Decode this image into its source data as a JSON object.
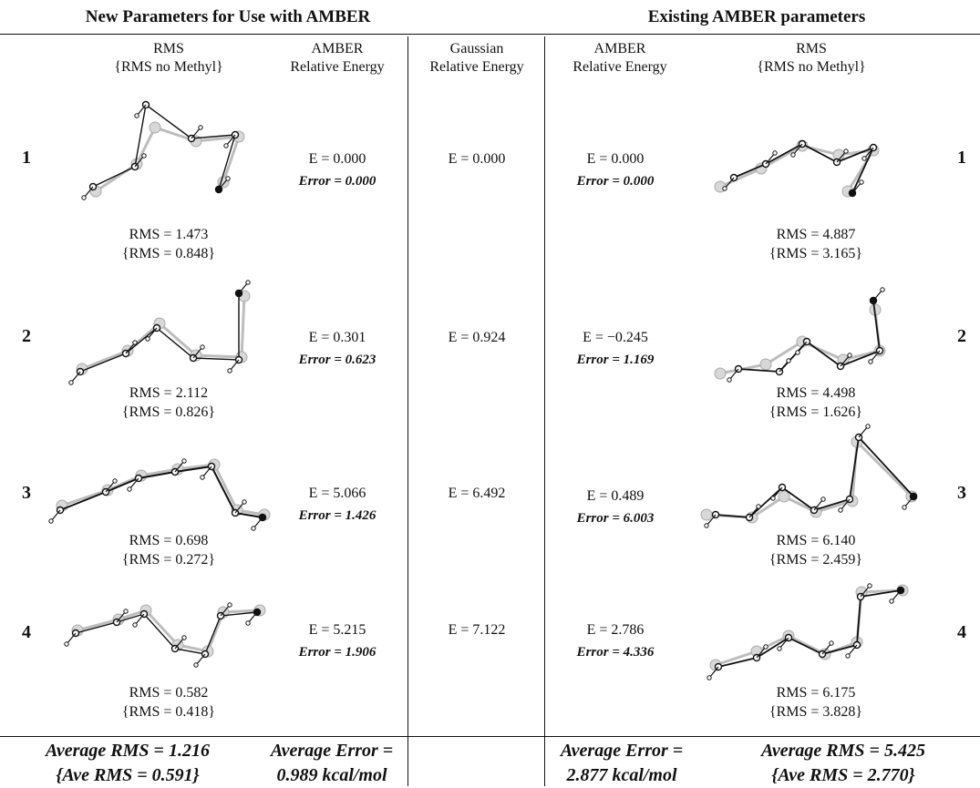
{
  "headers": {
    "left_title": "New Parameters for Use with AMBER",
    "right_title": "Existing AMBER parameters"
  },
  "columns": {
    "new_rms": [
      "RMS",
      "{RMS no Methyl}"
    ],
    "new_amber": [
      "AMBER",
      "Relative Energy"
    ],
    "gaussian": [
      "Gaussian",
      "Relative Energy"
    ],
    "old_amber": [
      "AMBER",
      "Relative Energy"
    ],
    "old_rms": [
      "RMS",
      "{RMS no Methyl}"
    ]
  },
  "rows": [
    {
      "label": "1",
      "new_rms": "RMS = 1.473",
      "new_rms_nomethyl": "{RMS = 0.848}",
      "new_energy": "E = 0.000",
      "new_error": "Error = 0.000",
      "gaussian_energy": "E = 0.000",
      "old_energy": "E = 0.000",
      "old_error": "Error = 0.000",
      "old_rms": "RMS = 4.887",
      "old_rms_nomethyl": "{RMS = 3.165}"
    },
    {
      "label": "2",
      "new_rms": "RMS = 2.112",
      "new_rms_nomethyl": "{RMS = 0.826}",
      "new_energy": "E = 0.301",
      "new_error": "Error = 0.623",
      "gaussian_energy": "E = 0.924",
      "old_energy": "E = −0.245",
      "old_error": "Error = 1.169",
      "old_rms": "RMS = 4.498",
      "old_rms_nomethyl": "{RMS = 1.626}"
    },
    {
      "label": "3",
      "new_rms": "RMS = 0.698",
      "new_rms_nomethyl": "{RMS = 0.272}",
      "new_energy": "E = 5.066",
      "new_error": "Error = 1.426",
      "gaussian_energy": "E = 6.492",
      "old_energy": "E = 0.489",
      "old_error": "Error = 6.003",
      "old_rms": "RMS = 6.140",
      "old_rms_nomethyl": "{RMS = 2.459}"
    },
    {
      "label": "4",
      "new_rms": "RMS = 0.582",
      "new_rms_nomethyl": "{RMS = 0.418}",
      "new_energy": "E = 5.215",
      "new_error": "Error = 1.906",
      "gaussian_energy": "E = 7.122",
      "old_energy": "E = 2.786",
      "old_error": "Error = 4.336",
      "old_rms": "RMS = 6.175",
      "old_rms_nomethyl": "{RMS = 3.828}"
    }
  ],
  "footer": {
    "new_avg_rms": "Average RMS = 1.216",
    "new_avg_rms_nomethyl": "{Ave RMS = 0.591}",
    "new_avg_error": "Average Error =",
    "new_avg_error_value": "0.989 kcal/mol",
    "old_avg_error": "Average Error =",
    "old_avg_error_value": "2.877 kcal/mol",
    "old_avg_rms": "Average RMS = 5.425",
    "old_avg_rms_nomethyl": "{Ave RMS = 2.770}"
  }
}
